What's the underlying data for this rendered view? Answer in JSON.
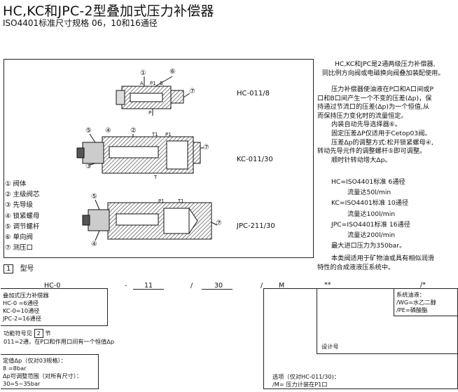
{
  "header": {
    "title": "HC,KC和JPC-2型叠加式压力补偿器",
    "subtitle": "ISO4401标准尺寸规格 06，10和16通径"
  },
  "drawing": {
    "models": [
      "HC-011/8",
      "KC-011/30",
      "JPC-211/30"
    ],
    "callouts": [
      "①",
      "②",
      "③",
      "④",
      "⑤",
      "⑥",
      "⑦"
    ],
    "port_labels": {
      "a": "A",
      "p": "P",
      "b": "B",
      "t": "T",
      "t1": "T1",
      "p1": "P1"
    },
    "legend": [
      "① 阀体",
      "② 主级阀芯",
      "③ 先导级",
      "④ 锁紧螺母",
      "⑤ 调节螺杆",
      "⑥ 单向阀",
      "⑦ 测压口"
    ]
  },
  "description": {
    "para1": [
      "HC,KC和JPC是2通两级压力补偿器,",
      "同比例方向阀或电磁换向阀叠加装配使用。"
    ],
    "para2": [
      "压力补偿器使油液在P口和A口间或P",
      "口和B口间产生一个不变的压差(Δp)，保",
      "持通过节流口的压差(Δp)为一个恒值,从",
      "而保持压力变化时的流量恒定。",
      "内装自动先导选择器⑥。",
      "固定压差ΔP仅适用于Cetop03阀。",
      "压差Δp的调整方式:松开锁紧螺母④,",
      "转动先导元件的调整螺杆⑤即可调整。",
      "顺时针转动增大Δp。"
    ],
    "specs": [
      "HC=ISO4401标准 6通径",
      "流量达50l/min",
      "KC=ISO4401标准 10通径",
      "流量达100l/min",
      "JPC=ISO4401标准 16通径",
      "流量达200l/min",
      "最大进口压力为350bar。"
    ],
    "para3": [
      "本类阀适用于矿物油或具有相似润滑",
      "特性的合成液液压系统中。"
    ]
  },
  "ordering": {
    "section_num": "1",
    "section_label": "型号",
    "code_parts": [
      "HC-0",
      "-",
      "11",
      "/",
      "30",
      "/",
      "M",
      "**",
      "/*"
    ],
    "box_type": [
      "叠加式压力补偿器",
      "HC-0 =6通径",
      "KC-0=10通径",
      "JPC-2=16通径"
    ],
    "func_prefix": "功能符号见",
    "func_num": "2",
    "func_suffix": "节",
    "func_desc": "011=2通，在P口和作用口间有一个恒值Δp",
    "dp_lines": [
      "定值Δp（仅对03规格）：",
      "8 =8bar",
      "Δp可调整范围（对所有尺寸）：",
      "30=5~35bar"
    ],
    "options": [
      "选项（仅对HC-011/30)：",
      "/M= 压力计装在P1口"
    ],
    "design_no": "设计号",
    "fluid": [
      "系统油液：",
      "/WG=水乙二醇",
      "/PE=磷酸酯"
    ]
  }
}
